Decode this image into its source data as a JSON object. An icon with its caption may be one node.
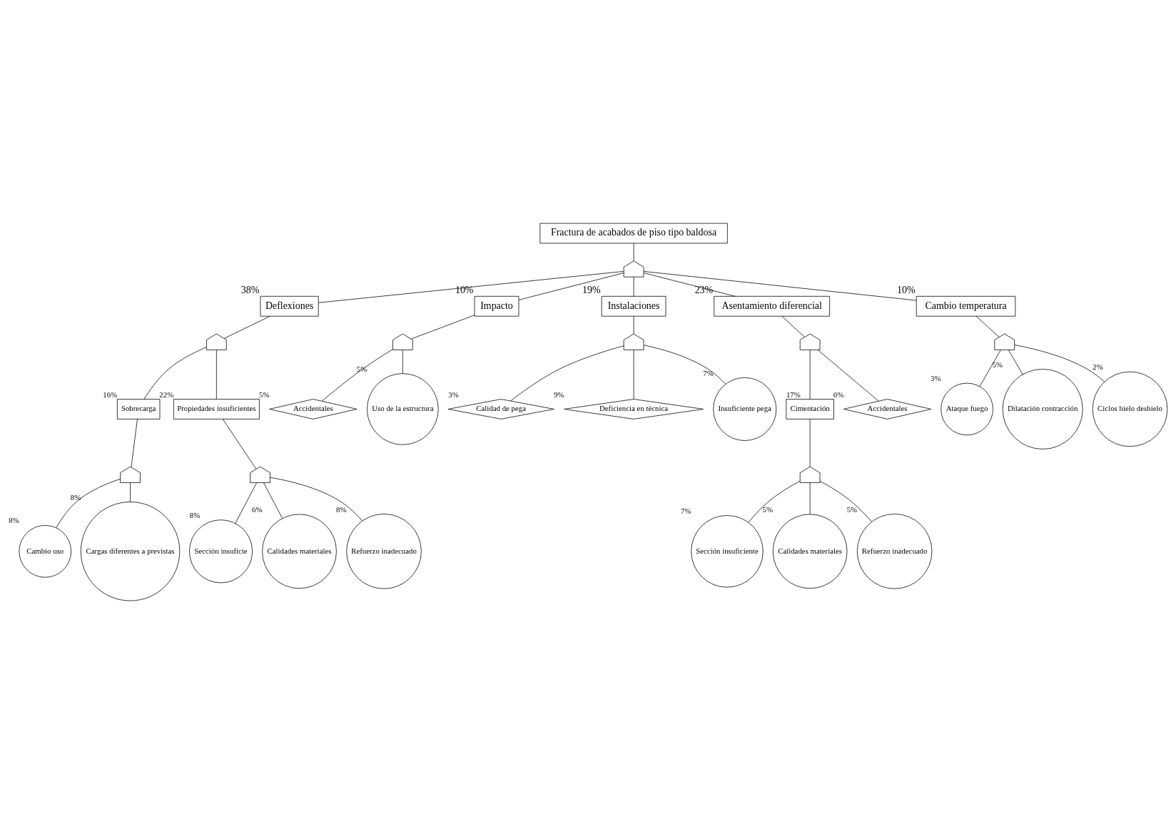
{
  "diagram": {
    "nodes": [
      {
        "text": [
          "Fractura de acabados de piso tipo baldosa"
        ]
      },
      {
        "text": [],
        "shape": "gate"
      },
      {
        "text": [
          "Deflexiones"
        ],
        "beside": [
          "38%"
        ]
      },
      {
        "text": [
          "Impacto"
        ],
        "beside": [
          "10%"
        ]
      },
      {
        "text": [
          "Instalaciones"
        ],
        "beside": [
          "19%"
        ]
      },
      {
        "text": [
          "Asentamiento diferencial"
        ],
        "beside": [
          "23%"
        ]
      },
      {
        "text": [
          "Cambio temperatura"
        ],
        "beside": [
          "10%"
        ]
      },
      {
        "text": [],
        "shape": "gate"
      },
      {
        "text": [
          "Sobrecarga"
        ],
        "beside": [
          "16%"
        ]
      },
      {
        "text": [
          "Propiedades insuficientes"
        ],
        "beside": [
          "22%"
        ]
      },
      {
        "text": [],
        "shape": "gate"
      },
      {
        "text": [
          "Cambio uso"
        ],
        "beside": [
          "8%"
        ]
      },
      {
        "text": [
          "Cargas diferentes a previstas"
        ],
        "beside": [
          "8%"
        ]
      },
      {
        "text": [],
        "shape": "gate"
      },
      {
        "text": [
          "Sección insuficie"
        ],
        "beside": [
          "8%"
        ]
      },
      {
        "text": [
          "Calidades materiales"
        ],
        "beside": [
          "6%"
        ]
      },
      {
        "text": [
          "Refuerzo inadecuado"
        ],
        "beside": [
          "8%"
        ]
      },
      {
        "text": [],
        "shape": "gate"
      },
      {
        "text": [
          "Accidentales"
        ],
        "beside": [
          "5%"
        ]
      },
      {
        "text": [
          "Uso de la estructura"
        ],
        "beside": [
          "5%"
        ]
      },
      {
        "text": [],
        "shape": "gate"
      },
      {
        "text": [
          "Calidad de pega"
        ],
        "beside": [
          "3%"
        ]
      },
      {
        "text": [
          "Deficiencia en técnica"
        ],
        "beside": [
          "9%"
        ]
      },
      {
        "text": [
          "Insuficiente pega"
        ],
        "beside": [
          "7%"
        ]
      },
      {
        "text": [],
        "shape": "gate"
      },
      {
        "text": [
          "Cimentación"
        ],
        "beside": [
          "17%"
        ]
      },
      {
        "text": [
          "Accidentales"
        ],
        "beside": [
          "6%"
        ]
      },
      {
        "text": [],
        "shape": "gate"
      },
      {
        "text": [
          "Sección insuficiente"
        ],
        "beside": [
          "7%"
        ]
      },
      {
        "text": [
          "Calidades materiales"
        ],
        "beside": [
          "5%"
        ]
      },
      {
        "text": [
          "Refuerzo inadecuado"
        ],
        "beside": [
          "5%"
        ]
      },
      {
        "text": [],
        "shape": "gate"
      },
      {
        "text": [
          "Ataque fuego"
        ],
        "beside": [
          "3%"
        ]
      },
      {
        "text": [
          "Dilatación contracción"
        ],
        "beside": [
          "5%"
        ]
      },
      {
        "text": [
          "Ciclos hielo deshielo"
        ],
        "beside": [
          "2%"
        ]
      }
    ],
    "edges": [
      {
        "from": 0,
        "to": 1,
        "arrow": "none"
      },
      {
        "from": 1,
        "to": 2,
        "arrow": "none"
      },
      {
        "from": 1,
        "to": 3,
        "arrow": "none"
      },
      {
        "from": 1,
        "to": 4,
        "arrow": "none"
      },
      {
        "from": 1,
        "to": 5,
        "arrow": "none"
      },
      {
        "from": 1,
        "to": 6,
        "arrow": "none"
      },
      {
        "from": 2,
        "to": 7,
        "arrow": "none"
      },
      {
        "from": 7,
        "to": 8,
        "arrow": "none"
      },
      {
        "from": 7,
        "to": 9,
        "arrow": "none"
      },
      {
        "from": 8,
        "to": 10,
        "arrow": "none"
      },
      {
        "from": 10,
        "to": 11,
        "arrow": "none"
      },
      {
        "from": 10,
        "to": 12,
        "arrow": "none"
      },
      {
        "from": 9,
        "to": 13,
        "arrow": "none"
      },
      {
        "from": 13,
        "to": 14,
        "arrow": "none"
      },
      {
        "from": 13,
        "to": 15,
        "arrow": "none"
      },
      {
        "from": 13,
        "to": 16,
        "arrow": "none"
      },
      {
        "from": 3,
        "to": 17,
        "arrow": "none"
      },
      {
        "from": 17,
        "to": 18,
        "arrow": "none"
      },
      {
        "from": 17,
        "to": 19,
        "arrow": "none"
      },
      {
        "from": 4,
        "to": 20,
        "arrow": "none"
      },
      {
        "from": 20,
        "to": 21,
        "arrow": "none"
      },
      {
        "from": 20,
        "to": 22,
        "arrow": "none"
      },
      {
        "from": 20,
        "to": 23,
        "arrow": "none"
      },
      {
        "from": 5,
        "to": 24,
        "arrow": "none"
      },
      {
        "from": 24,
        "to": 25,
        "arrow": "none"
      },
      {
        "from": 24,
        "to": 26,
        "arrow": "none"
      },
      {
        "from": 25,
        "to": 27,
        "arrow": "none"
      },
      {
        "from": 27,
        "to": 28,
        "arrow": "none"
      },
      {
        "from": 27,
        "to": 29,
        "arrow": "none"
      },
      {
        "from": 27,
        "to": 30,
        "arrow": "none"
      },
      {
        "from": 6,
        "to": 31,
        "arrow": "none"
      },
      {
        "from": 31,
        "to": 32,
        "arrow": "none"
      },
      {
        "from": 31,
        "to": 33,
        "arrow": "none"
      },
      {
        "from": 31,
        "to": 34,
        "arrow": "none"
      }
    ]
  }
}
